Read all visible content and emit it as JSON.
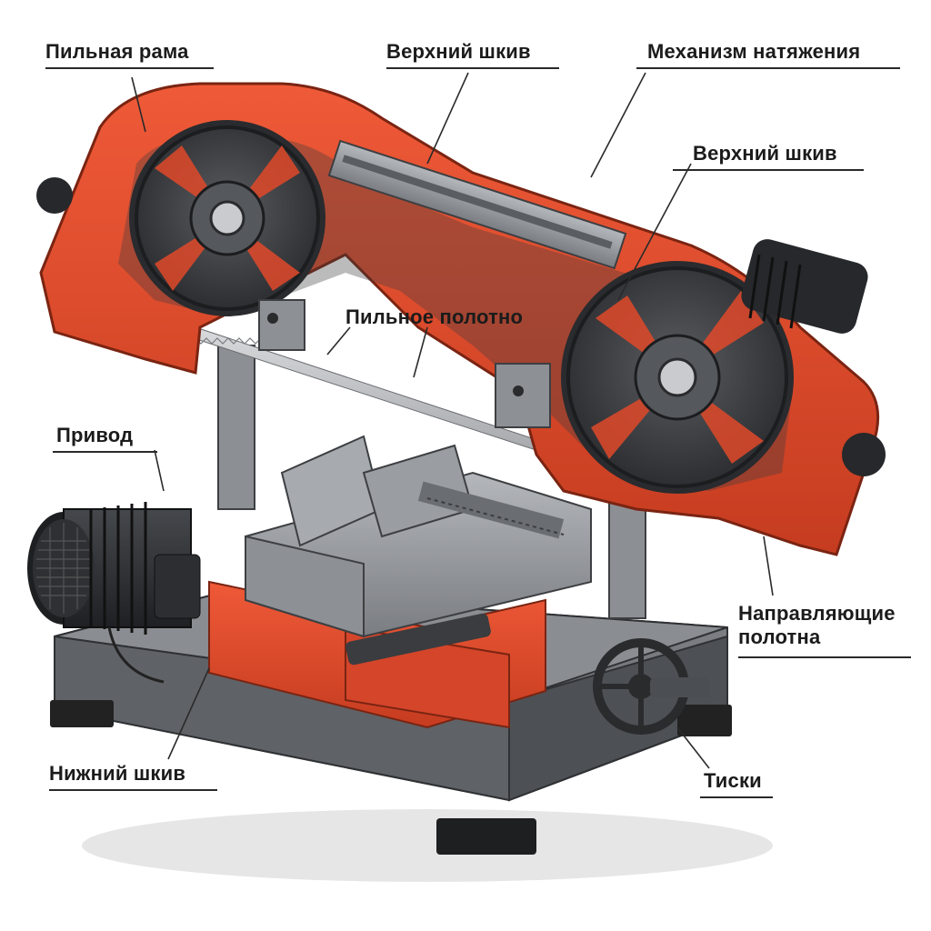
{
  "labels": {
    "saw_frame": "Пильная рама",
    "upper_pulley_top": "Верхний шкив",
    "tension_mechanism": "Механизм натяжения",
    "upper_pulley_right": "Верхний шкив",
    "saw_blade": "Пильное полотно",
    "drive": "Привод",
    "blade_guides_line1": "Направляющие",
    "blade_guides_line2": "полотна",
    "lower_pulley": "Нижний шкив",
    "vise": "Тиски"
  },
  "colors": {
    "frame_red": "#e0492a",
    "frame_red_dark": "#b5361d",
    "steel_gray": "#8a8d91",
    "steel_dark": "#4b4e52",
    "motor_black": "#2b2d30",
    "pulley_dark": "#3a3c3f",
    "label_text": "#1b1b1b"
  },
  "icons": {
    "motor": "electric-motor-icon",
    "handwheel": "handwheel-icon"
  }
}
